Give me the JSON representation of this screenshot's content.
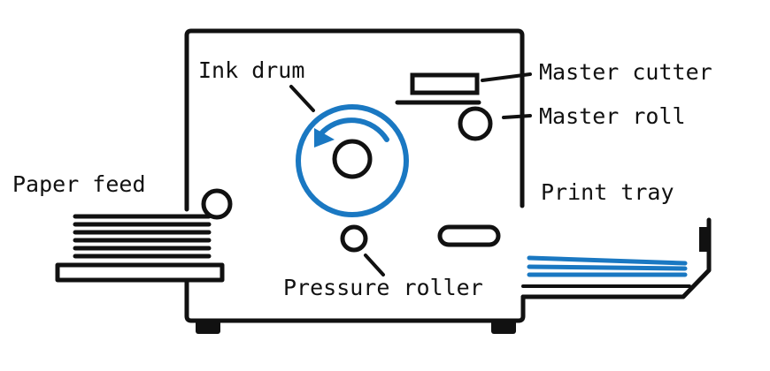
{
  "labels": {
    "ink_drum": "Ink drum",
    "master_cutter": "Master cutter",
    "master_roll": "Master roll",
    "paper_feed": "Paper feed",
    "print_tray": "Print tray",
    "pressure_roller": "Pressure roller"
  },
  "colors": {
    "line": "#111111",
    "accent": "#1a78c2",
    "background": "#ffffff"
  }
}
